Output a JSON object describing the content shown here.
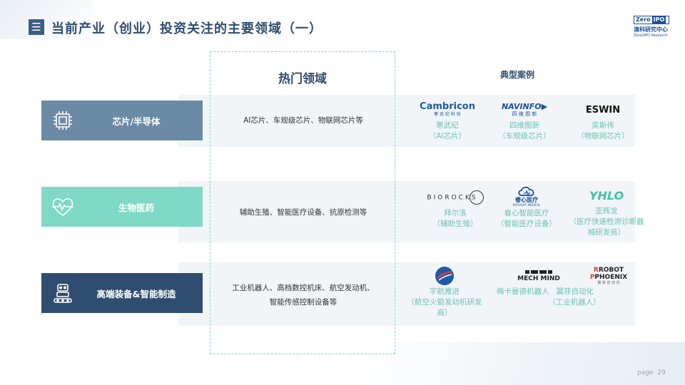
{
  "header": {
    "title": "当前产业（创业）投资关注的主要领域（一）",
    "icon": "menu-icon"
  },
  "logo": {
    "brand_left": "Zero",
    "brand_right": "IPO",
    "name_cn": "清科研究中心",
    "name_en": "Zero2IPO Research"
  },
  "columns": {
    "hot_fields": "热门领域",
    "cases": "典型案例"
  },
  "rows": [
    {
      "category": "芯片/半导体",
      "icon": "chip-icon",
      "color": "#6b8aa6",
      "fields": [
        "AI芯片、车规级芯片、物联网芯片等"
      ],
      "cases": [
        {
          "logo": "Cambricon",
          "logo_sub": "寒 武 纪 科 技",
          "name": "寒武纪",
          "note": "（AI芯片）"
        },
        {
          "logo": "NAVINFO",
          "logo_sub": "四 维 图 新",
          "name": "四维图新",
          "note": "（车规级芯片）"
        },
        {
          "logo": "ESWIN",
          "name": "奕斯伟",
          "note": "（物联网芯片）"
        }
      ]
    },
    {
      "category": "生物医药",
      "icon": "heart-pulse-icon",
      "color": "#7fd9c6",
      "fields": [
        "辅助生殖、智能医疗设备、抗原检测等"
      ],
      "cases": [
        {
          "logo": "BIOROCKS",
          "name": "拜尔洛",
          "note": "（辅助生殖）"
        },
        {
          "logo": "睿心医疗",
          "logo_sub": "RAYSIGHT MEDICAL",
          "name": "睿心智能医疗",
          "note": "（智能医疗设备）"
        },
        {
          "logo": "YHLO",
          "name": "亚辉龙",
          "note": "（医疗快速检测诊断器械研发商）"
        }
      ]
    },
    {
      "category": "高端装备&智能制造",
      "icon": "robot-arm-icon",
      "color": "#2f4d6f",
      "fields": [
        "工业机器人、高档数控机床、航空发动机、",
        "智能传感控制设备等"
      ],
      "cases": [
        {
          "name": "宇航推进",
          "note": "（航空火箭发动机研发商）"
        },
        {
          "logo": "MECH MIND",
          "name": "梅卡曼德机器人",
          "note": ""
        },
        {
          "logo_top": "ROBOT",
          "logo": "PHOENIX",
          "logo_sub": "翼 菲 自 动 化",
          "name": "翼菲自动化",
          "note": ""
        }
      ],
      "shared_note": "（工业机器人）"
    }
  ],
  "footer": {
    "label": "page",
    "number": "29"
  }
}
